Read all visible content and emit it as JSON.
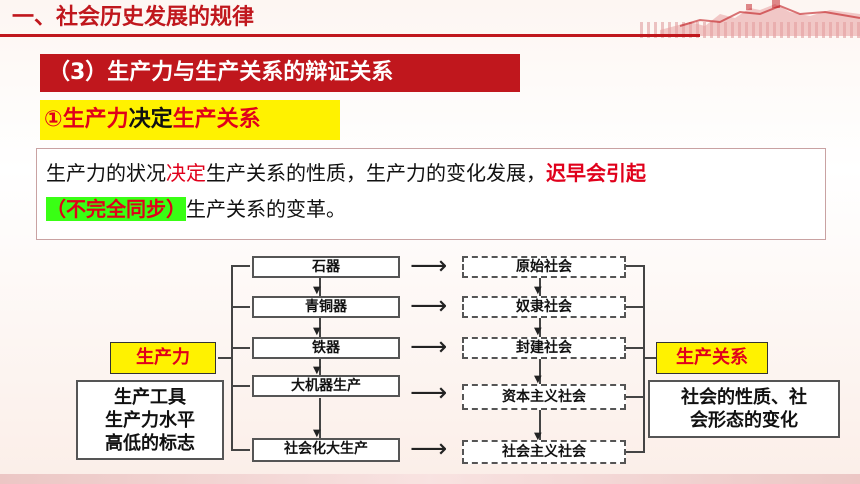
{
  "header": {
    "title": "一、社会历史发展的规律"
  },
  "section": {
    "title": "（3）生产力与生产关系的辩证关系"
  },
  "subtitle": {
    "prefix": "①生产力",
    "middle": "决定",
    "suffix": "生产关系"
  },
  "text": {
    "line1_part1": "生产力的状况",
    "line1_part2": "决定",
    "line1_part3": "生产关系的性质，生产力的变化发展，",
    "line1_part4": "迟早会引起",
    "line2_part1": "（不完全同步）",
    "line2_part2": "生产关系的变革。"
  },
  "diagram": {
    "tools": [
      "石器",
      "青铜器",
      "铁器",
      "大机器生产",
      "社会化大生产"
    ],
    "societies": [
      "原始社会",
      "奴隶社会",
      "封建社会",
      "资本主义社会",
      "社会主义社会"
    ],
    "arrow": "⟶",
    "down_arrow": "▼",
    "left_label": "生产力",
    "left_info": [
      "生产工具",
      "生产力水平",
      "高低的标志"
    ],
    "right_label": "生产关系",
    "right_info": [
      "社会的性质、社",
      "会形态的变化"
    ]
  },
  "colors": {
    "accent_red": "#c0171d",
    "text_red": "#e0001b",
    "highlight_yellow": "#fff200",
    "highlight_green": "#39ff14"
  }
}
